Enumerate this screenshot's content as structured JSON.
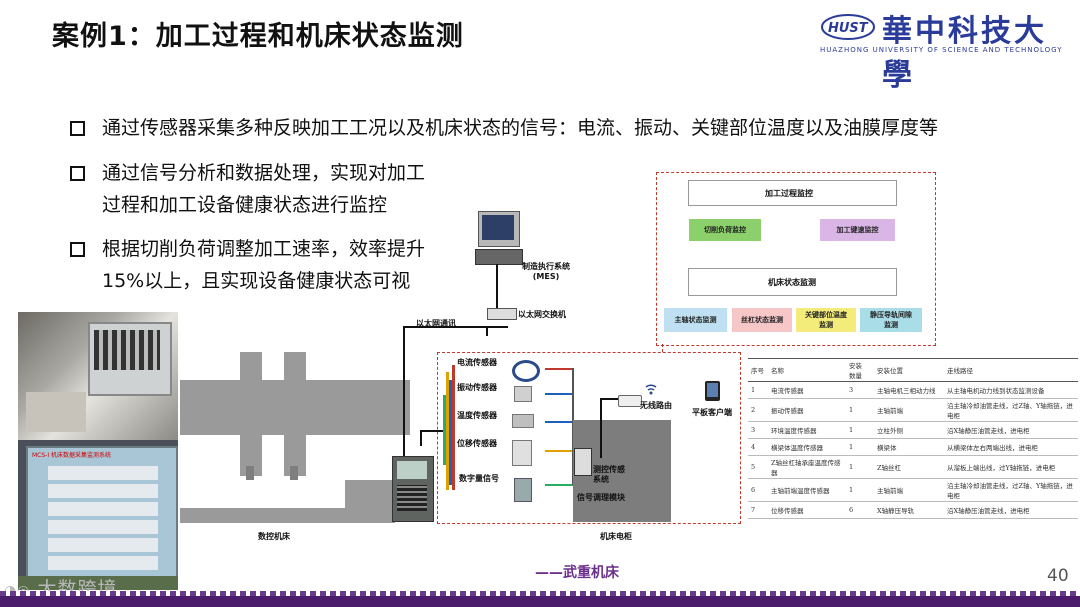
{
  "title": "案例1：加工过程和机床状态监测",
  "logo": {
    "cn": "華中科技大學",
    "en": "HUAZHONG UNIVERSITY OF SCIENCE AND TECHNOLOGY",
    "mark": "HUST"
  },
  "bullets": [
    {
      "lines": [
        "通过传感器采集多种反映加工工况以及机床状态的信号：电流、振动、关键部位温度以及油膜厚度等"
      ]
    },
    {
      "lines": [
        "通过信号分析和数据处理，实现对加工",
        "过程和加工设备健康状态进行监控"
      ]
    },
    {
      "lines": [
        "根据切削负荷调整加工速率，效率提升",
        "15%以上，且实现设备健康状态可视"
      ]
    }
  ],
  "diagram": {
    "mes_label": "制造执行系统\n(MES)",
    "switch_label": "以太网交换机",
    "ethernet_label": "以太网通讯",
    "router_label": "无线路由",
    "tablet_label": "平板客户端",
    "sensors": [
      "电流传感器",
      "振动传感器",
      "温度传感器",
      "位移传感器",
      "数字量信号"
    ],
    "monitor_system": "测控传感\n系统",
    "signal_module": "信号调理模块",
    "cnc_label": "数控机床",
    "cabinet_label": "机床电柜",
    "process_header": "加工过程监控",
    "process_items": [
      "切削负荷监控",
      "加工键速监控"
    ],
    "machine_header": "机床状态监测",
    "machine_items": [
      "主轴状态监测",
      "丝杠状态监测",
      "关键部位温度\n监测",
      "静压导轨间隙\n监测"
    ]
  },
  "table": {
    "headers": [
      "序号",
      "名称",
      "安装\n数量",
      "安装位置",
      "走线路径"
    ],
    "rows": [
      [
        "1",
        "电流传感器",
        "3",
        "主轴电机三相动力线",
        "从主轴电机动力线到状态监测设备"
      ],
      [
        "2",
        "振动传感器",
        "1",
        "主轴前端",
        "沿主轴冷却油管走线，过Z轴、Y轴拖链，进电柜"
      ],
      [
        "3",
        "环境温度传感器",
        "1",
        "立柱外侧",
        "沿X轴静压油管走线，进电柜"
      ],
      [
        "4",
        "横梁体温度传感器",
        "1",
        "横梁体",
        "从横梁体左右两端出线，进电柜"
      ],
      [
        "5",
        "Z轴丝杠轴承座温度传感器",
        "1",
        "Z轴丝杠",
        "从溜板上端出线，过Y轴拖链，进电柜"
      ],
      [
        "6",
        "主轴前端温度传感器",
        "1",
        "主轴前端",
        "沿主轴冷却油管走线，过Z轴、Y轴拖链，进电柜"
      ],
      [
        "7",
        "位移传感器",
        "6",
        "X轴静压导轨",
        "沿X轴静压油管走线，进电柜"
      ]
    ]
  },
  "caption": "——武重机床",
  "page_number": "40",
  "watermark": "大数跨境",
  "photo_panel_text": "MCS-I 机床数据采集监测系统"
}
